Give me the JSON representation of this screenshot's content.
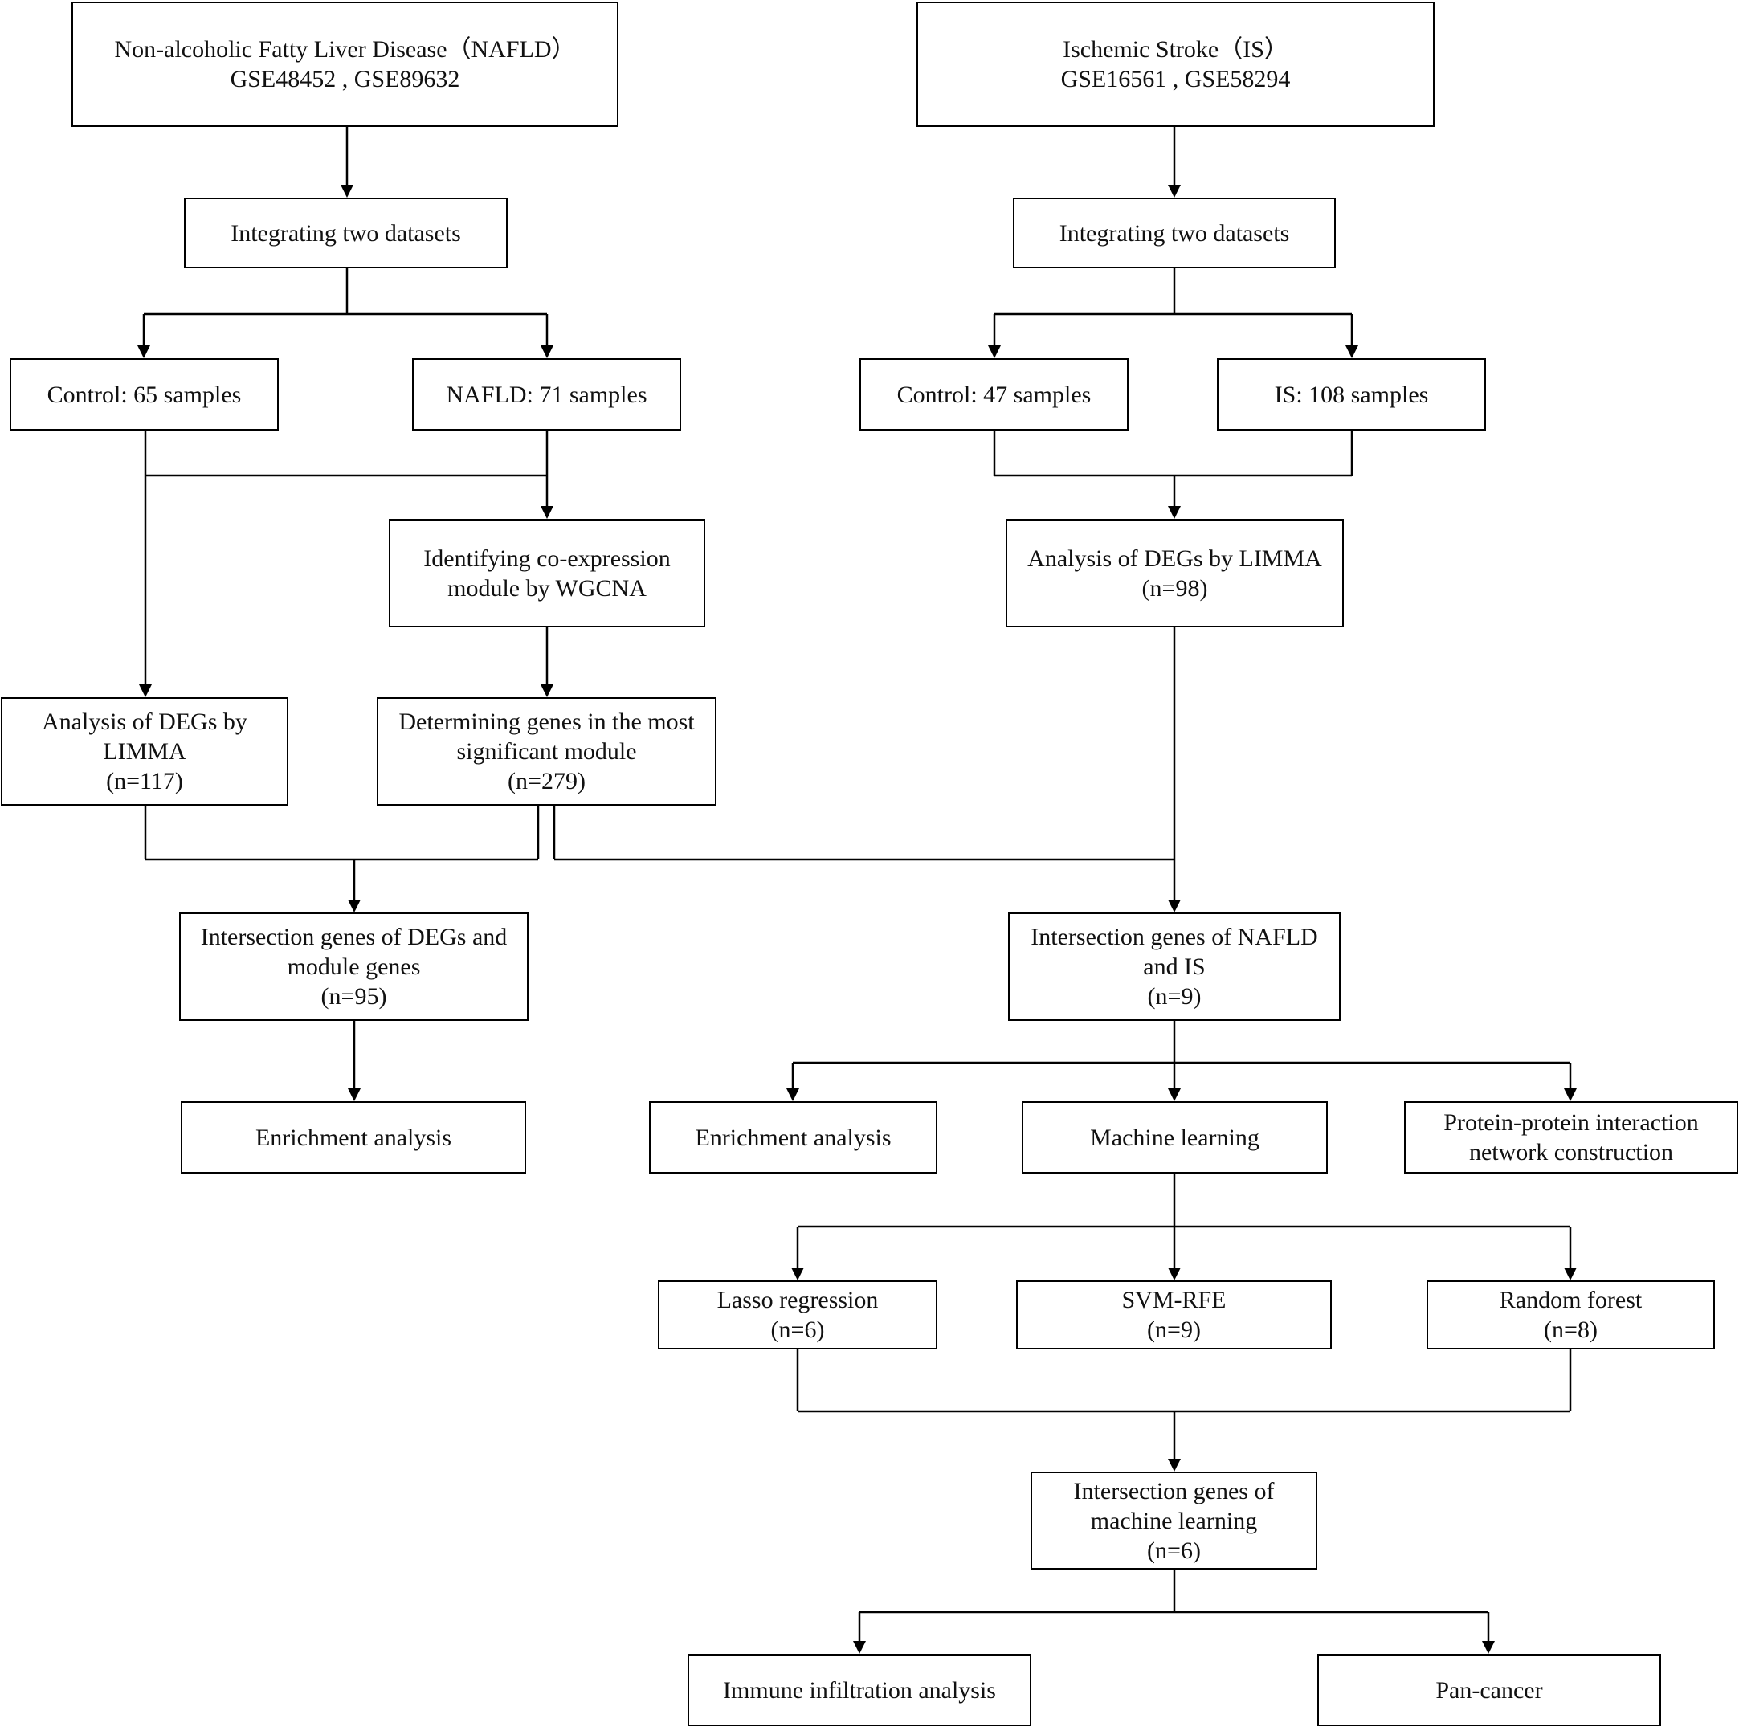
{
  "nodes": {
    "nafld_source": [
      "Non-alcoholic Fatty Liver Disease（NAFLD）",
      "GSE48452 , GSE89632"
    ],
    "is_source": [
      "Ischemic Stroke（IS）",
      "GSE16561 , GSE58294"
    ],
    "nafld_integrate": [
      "Integrating two datasets"
    ],
    "is_integrate": [
      "Integrating two datasets"
    ],
    "nafld_control": [
      "Control: 65 samples"
    ],
    "nafld_cases": [
      "NAFLD: 71 samples"
    ],
    "is_control": [
      "Control: 47 samples"
    ],
    "is_cases": [
      "IS: 108 samples"
    ],
    "wgcna": [
      "Identifying co-expression",
      "module by WGCNA"
    ],
    "is_limma": [
      "Analysis of DEGs by LIMMA",
      "(n=98)"
    ],
    "nafld_limma": [
      "Analysis of DEGs by",
      "LIMMA",
      "(n=117)"
    ],
    "module_genes": [
      "Determining genes in the most",
      "significant module",
      "(n=279)"
    ],
    "degs_module": [
      "Intersection genes of DEGs and",
      "module genes",
      "(n=95)"
    ],
    "nafld_is": [
      "Intersection genes of NAFLD",
      "and IS",
      "(n=9)"
    ],
    "enrich_left": [
      "Enrichment analysis"
    ],
    "enrich_right": [
      "Enrichment analysis"
    ],
    "ml": [
      "Machine learning"
    ],
    "ppi": [
      "Protein-protein interaction",
      "network construction"
    ],
    "lasso": [
      "Lasso regression",
      "(n=6)"
    ],
    "svm": [
      "SVM-RFE",
      "(n=9)"
    ],
    "rf": [
      "Random forest",
      "(n=8)"
    ],
    "ml_intersect": [
      "Intersection genes of",
      "machine learning",
      "(n=6)"
    ],
    "immune": [
      "Immune infiltration analysis"
    ],
    "pancancer": [
      "Pan-cancer"
    ]
  }
}
